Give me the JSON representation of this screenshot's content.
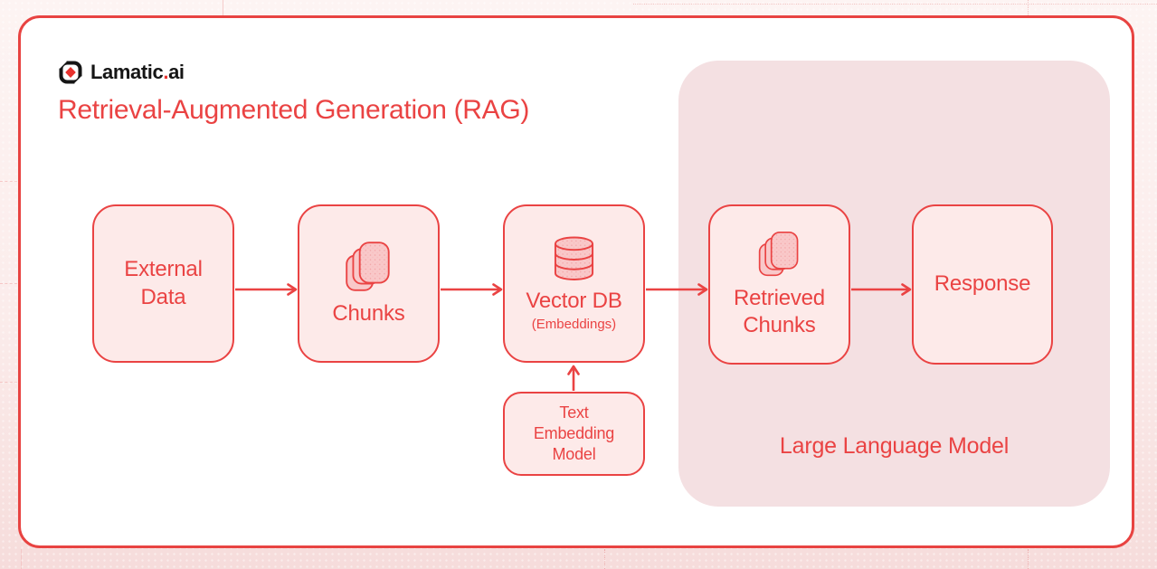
{
  "brand": {
    "name": "Lamatic",
    "dot": ".",
    "suffix": "ai",
    "icon": "lamatic-logo-icon"
  },
  "title": "Retrieval-Augmented Generation (RAG)",
  "colors": {
    "red": "#ea4343",
    "logo_black": "#151515",
    "logo_diamond_red": "#e8322e",
    "card_fill": "#ffffff",
    "node_fill": "#fdeae9",
    "llm_fill": "#f4e0e2",
    "page_background": "#fbeceb"
  },
  "nodes": {
    "external_data": {
      "line1": "External",
      "line2": "Data"
    },
    "chunks": {
      "label": "Chunks",
      "icon": "chunks-stack-icon"
    },
    "vector_db": {
      "label": "Vector DB",
      "sublabel": "(Embeddings)",
      "icon": "database-icon"
    },
    "text_embedding_model": {
      "line1": "Text",
      "line2": "Embedding",
      "line3": "Model"
    },
    "retrieved_chunks": {
      "line1": "Retrieved",
      "line2": "Chunks",
      "icon": "chunks-stack-icon"
    },
    "response": {
      "label": "Response"
    },
    "llm": {
      "label": "Large Language Model"
    }
  },
  "edges": [
    {
      "from": "external_data",
      "to": "chunks",
      "direction": "right"
    },
    {
      "from": "chunks",
      "to": "vector_db",
      "direction": "right"
    },
    {
      "from": "vector_db",
      "to": "retrieved_chunks",
      "direction": "right"
    },
    {
      "from": "retrieved_chunks",
      "to": "response",
      "direction": "right"
    },
    {
      "from": "text_embedding_model",
      "to": "vector_db",
      "direction": "up"
    }
  ]
}
